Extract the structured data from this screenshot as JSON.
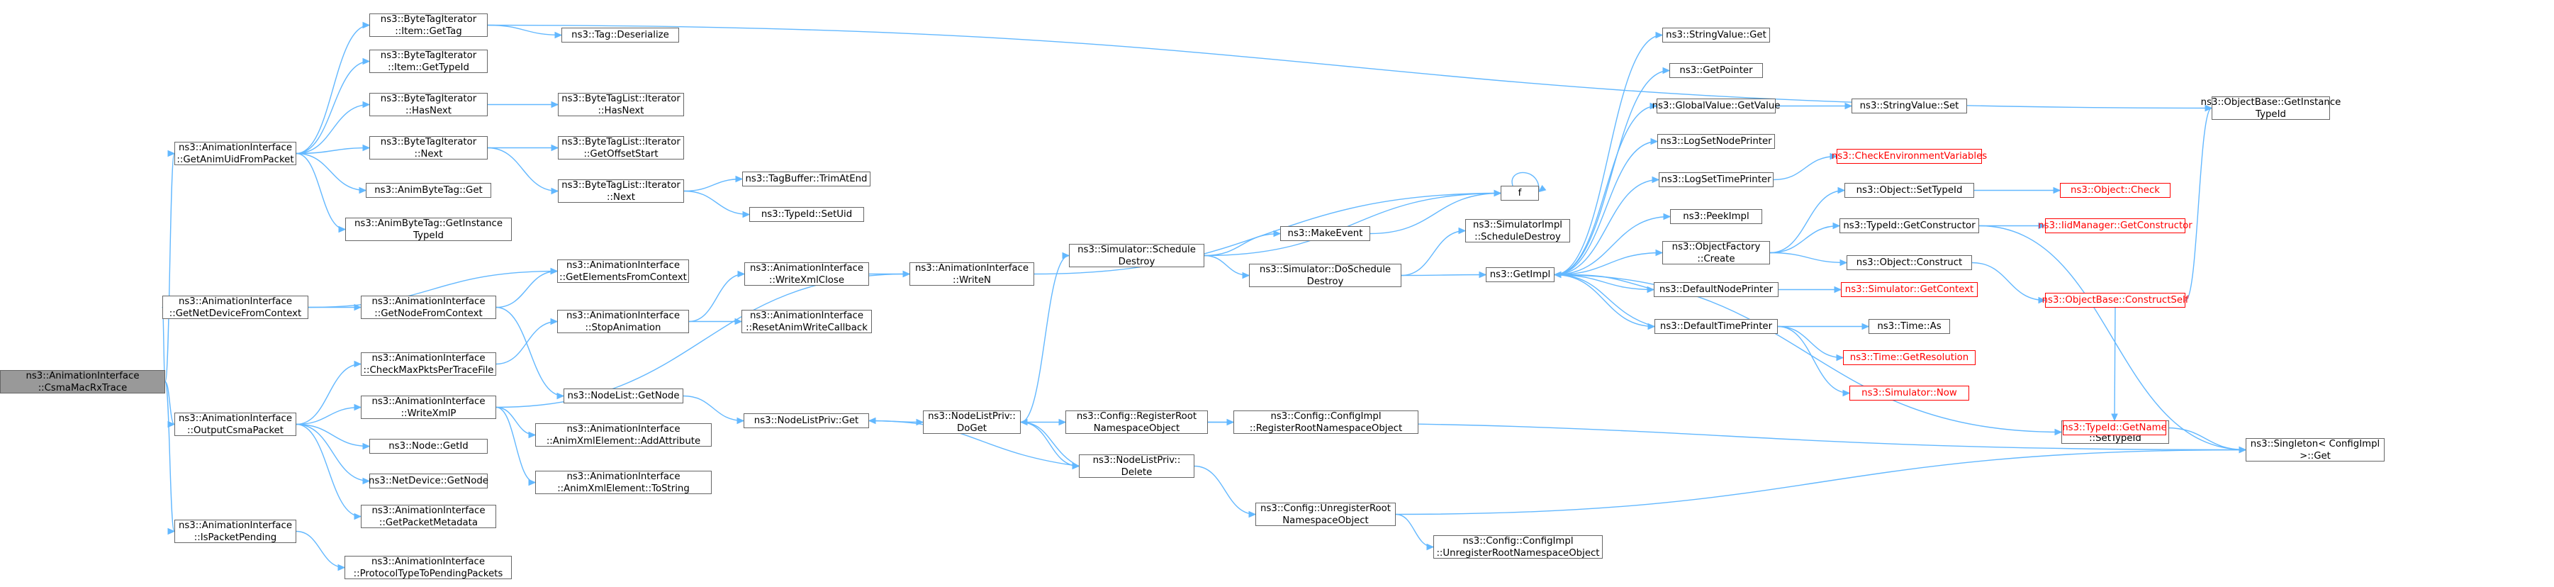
{
  "nodes": [
    {
      "id": "root",
      "label": "ns3::AnimationInterface\n::CsmaMacRxTrace",
      "kind": "root"
    },
    {
      "id": "getAnimUid",
      "label": "ns3::AnimationInterface\n::GetAnimUidFromPacket"
    },
    {
      "id": "getNetDevice",
      "label": "ns3::AnimationInterface\n::GetNetDeviceFromContext"
    },
    {
      "id": "outputCsma",
      "label": "ns3::AnimationInterface\n::OutputCsmaPacket"
    },
    {
      "id": "isPending",
      "label": "ns3::AnimationInterface\n::IsPacketPending"
    },
    {
      "id": "btiGetTag",
      "label": "ns3::ByteTagIterator\n::Item::GetTag"
    },
    {
      "id": "btiGetTypeId",
      "label": "ns3::ByteTagIterator\n::Item::GetTypeId"
    },
    {
      "id": "btiHasNext",
      "label": "ns3::ByteTagIterator\n::HasNext"
    },
    {
      "id": "btiNext",
      "label": "ns3::ByteTagIterator\n::Next"
    },
    {
      "id": "animTagGet",
      "label": "ns3::AnimByteTag::Get"
    },
    {
      "id": "animTagInst",
      "label": "ns3::AnimByteTag::GetInstance\nTypeId"
    },
    {
      "id": "tagDeser",
      "label": "ns3::Tag::Deserialize"
    },
    {
      "id": "btlHasNext",
      "label": "ns3::ByteTagList::Iterator\n::HasNext"
    },
    {
      "id": "btlOffset",
      "label": "ns3::ByteTagList::Iterator\n::GetOffsetStart"
    },
    {
      "id": "btlNext",
      "label": "ns3::ByteTagList::Iterator\n::Next"
    },
    {
      "id": "tagBufTrim",
      "label": "ns3::TagBuffer::TrimAtEnd"
    },
    {
      "id": "typeIdSetUid",
      "label": "ns3::TypeId::SetUid"
    },
    {
      "id": "getElements",
      "label": "ns3::AnimationInterface\n::GetElementsFromContext"
    },
    {
      "id": "getNodeCtx",
      "label": "ns3::AnimationInterface\n::GetNodeFromContext"
    },
    {
      "id": "checkMaxPkts",
      "label": "ns3::AnimationInterface\n::CheckMaxPktsPerTraceFile"
    },
    {
      "id": "writeXmlP",
      "label": "ns3::AnimationInterface\n::WriteXmlP"
    },
    {
      "id": "nodeGetId",
      "label": "ns3::Node::GetId"
    },
    {
      "id": "netDevGetNode",
      "label": "ns3::NetDevice::GetNode"
    },
    {
      "id": "getPktMeta",
      "label": "ns3::AnimationInterface\n::GetPacketMetadata"
    },
    {
      "id": "protoPending",
      "label": "ns3::AnimationInterface\n::ProtocolTypeToPendingPackets"
    },
    {
      "id": "writeXmlClose",
      "label": "ns3::AnimationInterface\n::WriteXmlClose"
    },
    {
      "id": "resetAnim",
      "label": "ns3::AnimationInterface\n::ResetAnimWriteCallback"
    },
    {
      "id": "stopAnim",
      "label": "ns3::AnimationInterface\n::StopAnimation"
    },
    {
      "id": "nodeListGetNode",
      "label": "ns3::NodeList::GetNode"
    },
    {
      "id": "addAttr",
      "label": "ns3::AnimationInterface\n::AnimXmlElement::AddAttribute"
    },
    {
      "id": "toStr",
      "label": "ns3::AnimationInterface\n::AnimXmlElement::ToString"
    },
    {
      "id": "writeN",
      "label": "ns3::AnimationInterface\n::WriteN"
    },
    {
      "id": "nlpGet",
      "label": "ns3::NodeListPriv::Get"
    },
    {
      "id": "schedDestroy",
      "label": "ns3::Simulator::Schedule\nDestroy"
    },
    {
      "id": "nlpDoGet",
      "label": "ns3::NodeListPriv::\nDoGet"
    },
    {
      "id": "makeEvent",
      "label": "ns3::MakeEvent"
    },
    {
      "id": "doSchedDestroy",
      "label": "ns3::Simulator::DoSchedule\nDestroy"
    },
    {
      "id": "regRoot",
      "label": "ns3::Config::RegisterRoot\nNamespaceObject"
    },
    {
      "id": "nlpDelete",
      "label": "ns3::NodeListPriv::\nDelete"
    },
    {
      "id": "unregRoot",
      "label": "ns3::Config::UnregisterRoot\nNamespaceObject"
    },
    {
      "id": "simImplSchedDestroy",
      "label": "ns3::SimulatorImpl\n::ScheduleDestroy"
    },
    {
      "id": "cfgImplReg",
      "label": "ns3::Config::ConfigImpl\n::RegisterRootNamespaceObject"
    },
    {
      "id": "cfgImplUnreg",
      "label": "ns3::Config::ConfigImpl\n::UnregisterRootNamespaceObject"
    },
    {
      "id": "f",
      "label": "f"
    },
    {
      "id": "getImpl",
      "label": "ns3::GetImpl"
    },
    {
      "id": "strValGet",
      "label": "ns3::StringValue::Get"
    },
    {
      "id": "getPointer",
      "label": "ns3::GetPointer"
    },
    {
      "id": "globalValGet",
      "label": "ns3::GlobalValue::GetValue"
    },
    {
      "id": "logNodePrinter",
      "label": "ns3::LogSetNodePrinter"
    },
    {
      "id": "logTimePrinter",
      "label": "ns3::LogSetTimePrinter"
    },
    {
      "id": "peekImpl",
      "label": "ns3::PeekImpl"
    },
    {
      "id": "objFactCreate",
      "label": "ns3::ObjectFactory\n::Create"
    },
    {
      "id": "defNodePrinter",
      "label": "ns3::DefaultNodePrinter"
    },
    {
      "id": "defTimePrinter",
      "label": "ns3::DefaultTimePrinter"
    },
    {
      "id": "objFactSetTypeId",
      "label": "ns3::ObjectFactory\n::SetTypeId"
    },
    {
      "id": "strValSet",
      "label": "ns3::StringValue::Set"
    },
    {
      "id": "checkEnv",
      "label": "ns3::CheckEnvironmentVariables",
      "kind": "red"
    },
    {
      "id": "objSetTypeId",
      "label": "ns3::Object::SetTypeId"
    },
    {
      "id": "typeIdGetCtor",
      "label": "ns3::TypeId::GetConstructor"
    },
    {
      "id": "objConstruct",
      "label": "ns3::Object::Construct"
    },
    {
      "id": "simGetContext",
      "label": "ns3::Simulator::GetContext",
      "kind": "red"
    },
    {
      "id": "timeAs",
      "label": "ns3::Time::As"
    },
    {
      "id": "timeGetRes",
      "label": "ns3::Time::GetResolution",
      "kind": "red"
    },
    {
      "id": "simNow",
      "label": "ns3::Simulator::Now",
      "kind": "red"
    },
    {
      "id": "objCheck",
      "label": "ns3::Object::Check",
      "kind": "red"
    },
    {
      "id": "iidGetCtor",
      "label": "ns3::IidManager::GetConstructor",
      "kind": "red"
    },
    {
      "id": "constructSelf",
      "label": "ns3::ObjectBase::ConstructSelf",
      "kind": "red"
    },
    {
      "id": "typeIdGetName",
      "label": "ns3::TypeId::GetName",
      "kind": "red"
    },
    {
      "id": "objBaseGetInst",
      "label": "ns3::ObjectBase::GetInstance\nTypeId"
    },
    {
      "id": "singletonGet",
      "label": "ns3::Singleton< ConfigImpl\n >::Get"
    }
  ]
}
